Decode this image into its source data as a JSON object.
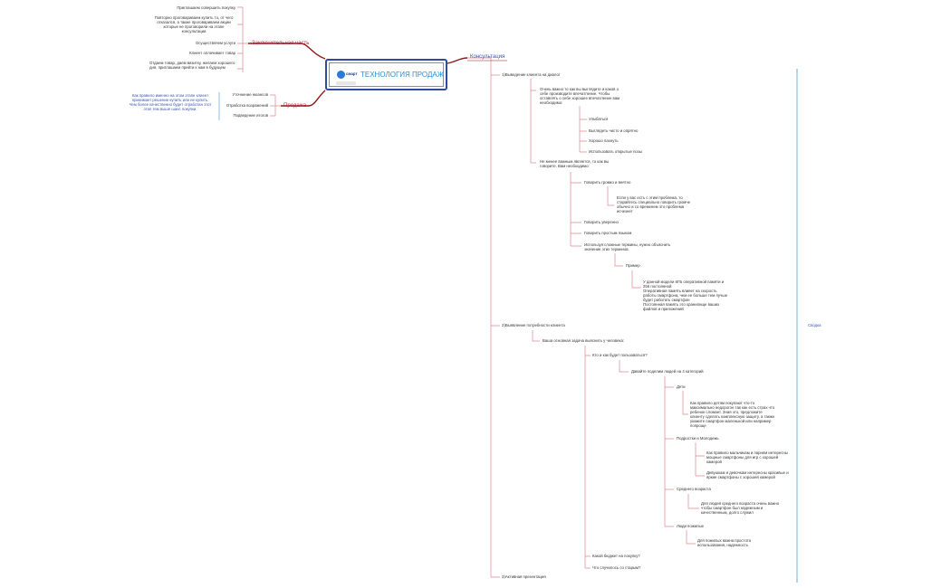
{
  "center": {
    "title": "ТЕХНОЛОГИЯ ПРОДАЖ",
    "logo_text": "смарт",
    "border_color": "#2f4b9c",
    "title_color": "#2a8fd4"
  },
  "colors": {
    "branch_line": "#8b1a1a",
    "sub_line": "#e0878f",
    "main_label": "#c02a3a",
    "side_note": "#3a55b4",
    "bracket": "#6cb2df"
  },
  "branches": {
    "final": {
      "label": "Заключительная часть",
      "items": [
        "Приглашаем совершить покупку",
        "Повторно проговариваем купить то, от чего отказался, а также проговариваем акции которые не проговорили на этапе консультации",
        "Осуществляем услуги",
        "Клиент оплачивает товар",
        "Отдаем товар, даем визитку, желаем хорошего дня, приглашаем прийти к нам в будущем"
      ]
    },
    "sale": {
      "label": "Продажа",
      "items": [
        "Уточнение нюансов",
        "Отработка возражений",
        "Подведение итогов"
      ],
      "note": "Как правило именно на этом этапе клиент принимает решение купить или не купить. Чем более качественно будет отработан этот этап тем выше шанс покупки."
    },
    "consult": {
      "label": "Консультация",
      "summary": "Сводка",
      "step1": {
        "label": "1)Выведение клиента на диалог",
        "a": {
          "text": "Очень важно то как вы выглядите и каков о себе производите впечатление. Чтобы оставлять о себе хорошее впечатление вам необходимо:",
          "items": [
            "Улыбаться",
            "Выглядеть чисто и опрятно",
            "Хорошо пахнуть",
            "Использовать открытые позы"
          ]
        },
        "b": {
          "text": "Не менее важным является, то как вы говорите. Вам необходимо:",
          "loud": "Говорить громко и внятно",
          "loud_note": "Если у вас есть с этим проблема, то старайтесь специально говорить громче обычно и со временем это проблема исчезнет",
          "items": [
            "Говорить уверенно",
            "Говорить простым языком"
          ],
          "terms": "Используя сложные термины, нужно объяснить значение этих терминов.",
          "example": "Пример",
          "example_text": "У данной модели 6ГБ оперативной памяти и 256 постоянной\n    Оперативная память влияет на скорость работы смартфона, чем ее больше тем лучше будет работать смартфон\n    Постоянная память это хранилище ваших файлов и приложений"
        }
      },
      "step2": {
        "label": "2)Выявление потребности клиента",
        "main_task": "Ваша основная задача выяснить у человека:",
        "who": "Кто и как будет пользоваться?",
        "divide": "Давайте поделим людей на 4 категорий",
        "groups": [
          {
            "name": "Дети",
            "notes": [
              "Как правило детям покупают что-то максимально недорогое так как есть страх что ребенок сломает. Зная это, предложите клиенту сделать комплексную защиту, а также укажите смартфон маленькой или например попроще"
            ]
          },
          {
            "name": "Подростки и Молодежь",
            "notes": [
              "Как правило мальчикам и парням интересны мощные смартфоны для игр с хорошей камерой",
              "Девушкам и девочкам интересны красивые и яркие смартфоны с хорошей камерой"
            ]
          },
          {
            "name": "Среднего возраста",
            "notes": [
              "Для людей среднего возраста очень важно чтобы смартфон был надежным и качественным, долго служил"
            ]
          },
          {
            "name": "Люди пожилые",
            "notes": [
              "Для пожилых важна простота использования, надежность"
            ]
          }
        ],
        "budget": "Какой бюджет на покупку?",
        "old_phone": "Что случилось со старым?"
      },
      "step3": {
        "label": "3)Активная презентация"
      }
    }
  }
}
